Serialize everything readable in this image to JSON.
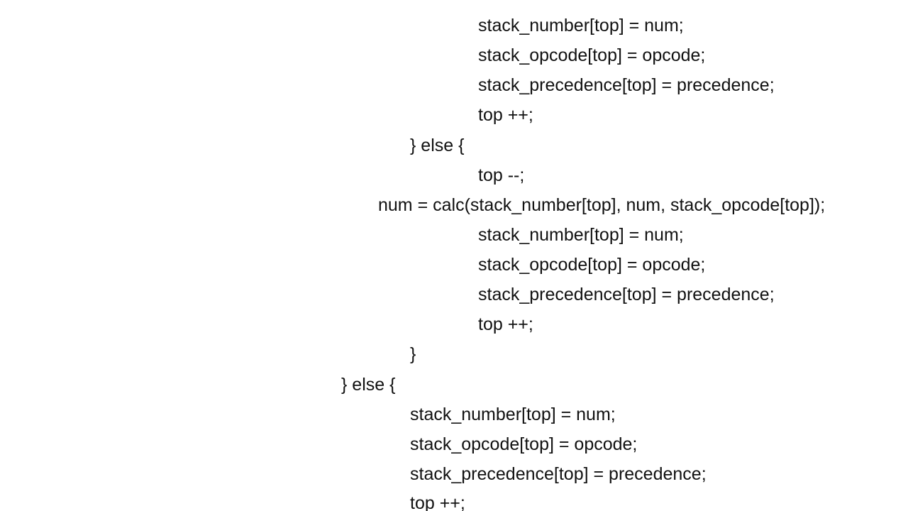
{
  "code": {
    "lines": [
      "stack_number[top] = num;",
      "stack_opcode[top] = opcode;",
      "stack_precedence[top] = precedence;",
      "top ++;",
      "} else {",
      "top --;",
      "num = calc(stack_number[top], num, stack_opcode[top]);",
      "stack_number[top] = num;",
      "stack_opcode[top] = opcode;",
      "stack_precedence[top] = precedence;",
      "top ++;",
      "}",
      "} else {",
      "stack_number[top] = num;",
      "stack_opcode[top] = opcode;",
      "stack_precedence[top] = precedence;",
      "top ++;"
    ]
  }
}
